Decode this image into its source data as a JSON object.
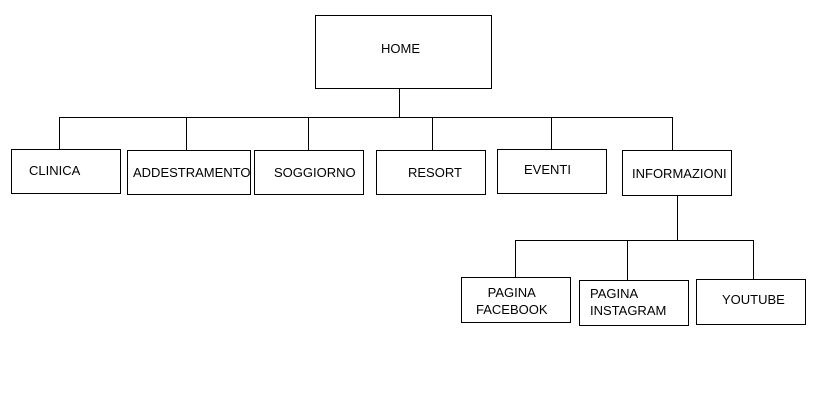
{
  "sitemap": {
    "root": {
      "label": "HOME"
    },
    "level1": [
      {
        "label": "CLINICA"
      },
      {
        "label": "ADDESTRAMENTO"
      },
      {
        "label": "SOGGIORNO"
      },
      {
        "label": "RESORT"
      },
      {
        "label": "EVENTI"
      },
      {
        "label": "INFORMAZIONI"
      }
    ],
    "informazioni_children": [
      {
        "label": "PAGINA\nFACEBOOK"
      },
      {
        "label": "PAGINA\nINSTAGRAM"
      },
      {
        "label": "YOUTUBE"
      }
    ]
  },
  "colors": {
    "stroke": "#000000",
    "fill": "#ffffff",
    "text": "#000000"
  }
}
